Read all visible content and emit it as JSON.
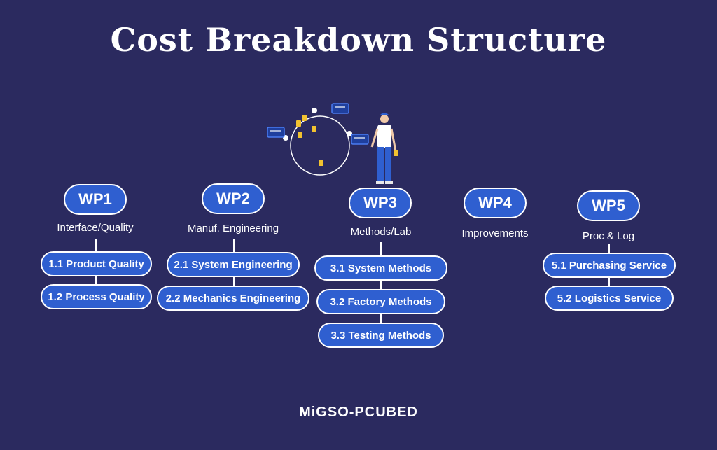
{
  "title": "Cost Breakdown Structure",
  "colors": {
    "background": "#2b2a5f",
    "node_fill": "#2f5fd0",
    "node_border": "#ffffff",
    "accent_yellow": "#f2c230"
  },
  "work_packages": [
    {
      "id": "WP1",
      "name": "Interface/Quality",
      "items": [
        "1.1 Product Quality",
        "1.2 Process Quality"
      ]
    },
    {
      "id": "WP2",
      "name": "Manuf. Engineering",
      "items": [
        "2.1 System Engineering",
        "2.2 Mechanics Engineering"
      ]
    },
    {
      "id": "WP3",
      "name": "Methods/Lab",
      "items": [
        "3.1 System Methods",
        "3.2 Factory Methods",
        "3.3 Testing Methods"
      ]
    },
    {
      "id": "WP4",
      "name": "Improvements",
      "items": []
    },
    {
      "id": "WP5",
      "name": "Proc & Log",
      "items": [
        "5.1 Purchasing Service",
        "5.2 Logistics Service"
      ]
    }
  ],
  "footer": {
    "brand": "MiGSO-PCUBED"
  }
}
